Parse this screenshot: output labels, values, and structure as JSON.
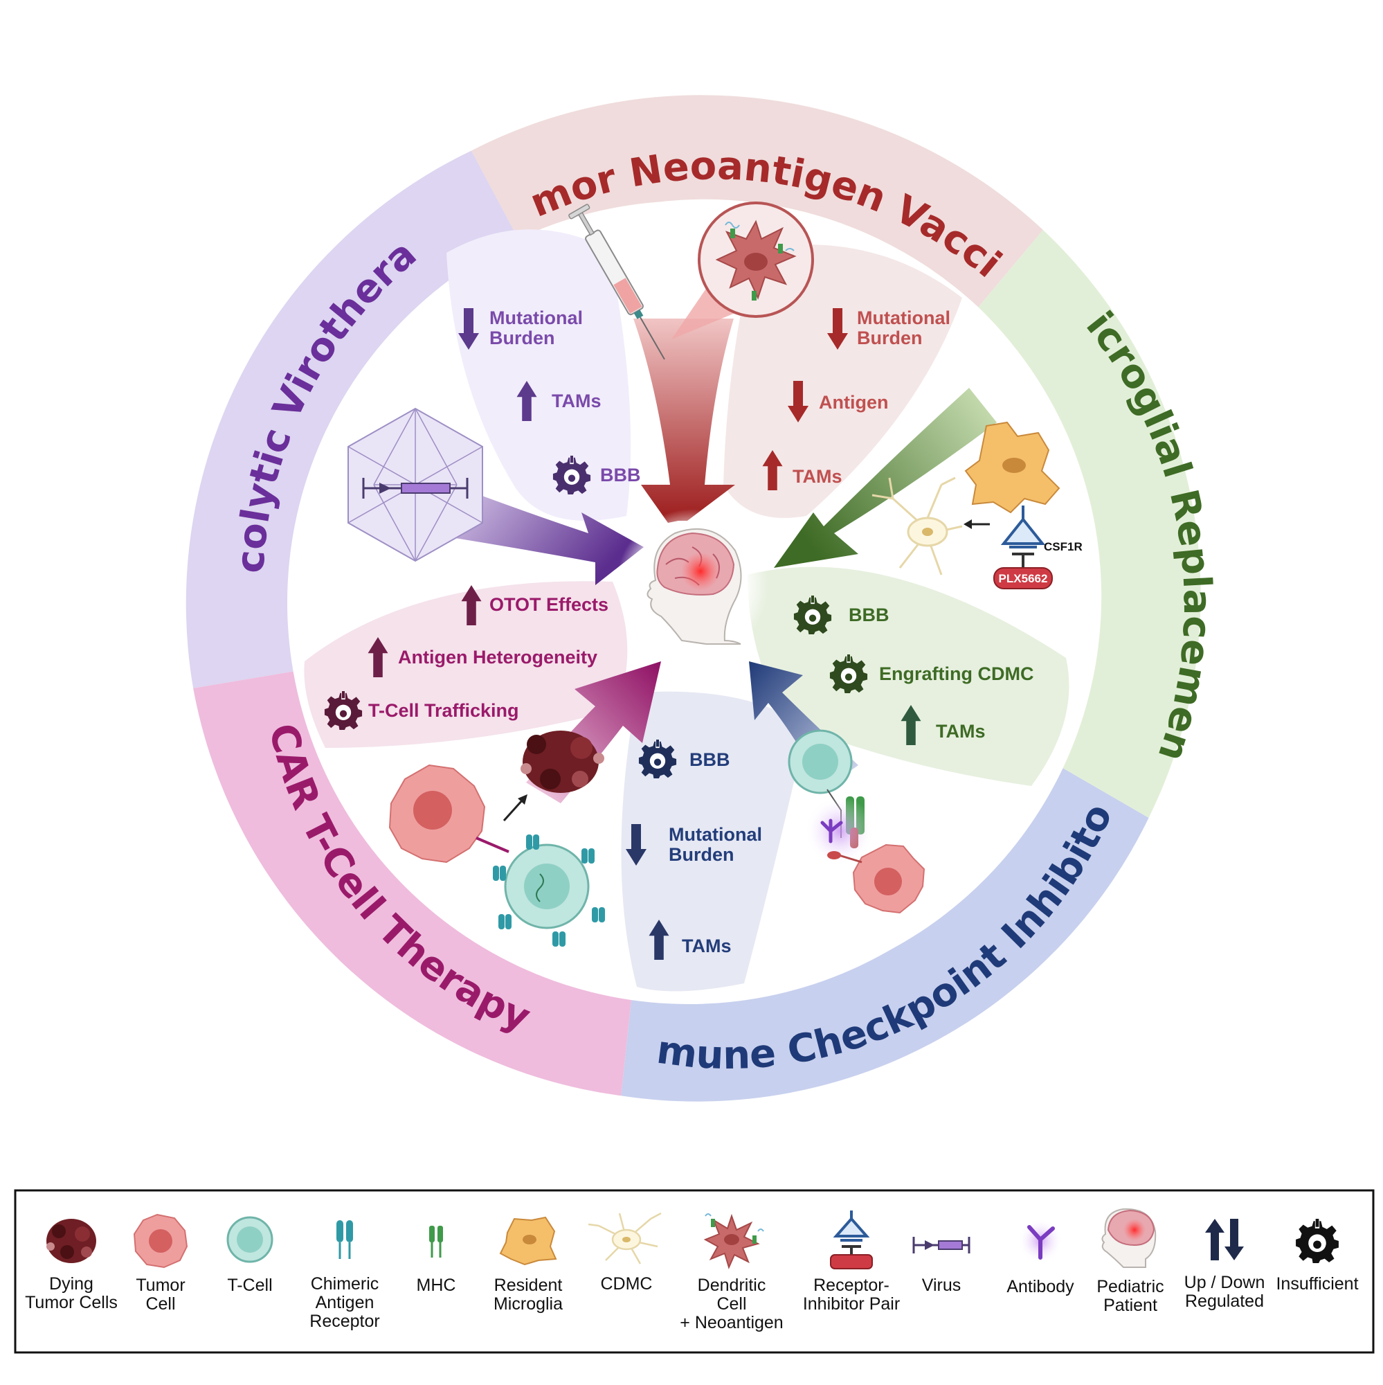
{
  "ring": {
    "tumor_neoantigen_vaccine": "Tumor Neoantigen Vaccine",
    "microglial_replacement": "Microglial Replacement",
    "immune_checkpoint_inhibitors": "Immune Checkpoint Inhibitors",
    "car_t_cell_therapy": "CAR T-Cell Therapy",
    "oncolytic_virotherapy": "Oncolytic Virotherapy"
  },
  "colors": {
    "vaccine": "#a62a2a",
    "microglia": "#3e6b25",
    "checkpoint": "#1f3a78",
    "car_t": "#9a1a6a",
    "virus": "#6a2f9a"
  },
  "sectors": {
    "oncolytic": {
      "mutational_burden": [
        "Mutational",
        "Burden"
      ],
      "tams": "TAMs",
      "bbb": "BBB"
    },
    "vaccine": {
      "mutational_burden": [
        "Mutational",
        "Burden"
      ],
      "antigen": "Antigen",
      "tams": "TAMs"
    },
    "microglia": {
      "bbb": "BBB",
      "engrafting": "Engrafting CDMC",
      "tams": "TAMs",
      "csf1r": "CSF1R",
      "plx": "PLX5662"
    },
    "checkpoint": {
      "bbb": "BBB",
      "mutational_burden": [
        "Mutational",
        "Burden"
      ],
      "tams": "TAMs"
    },
    "car_t": {
      "otot": "OTOT Effects",
      "heterogeneity": "Antigen Heterogeneity",
      "trafficking": "T-Cell Trafficking"
    }
  },
  "legend": [
    {
      "icon": "dying-tumor-cells-icon",
      "lines": [
        "Dying",
        "Tumor Cells"
      ]
    },
    {
      "icon": "tumor-cell-icon",
      "lines": [
        "Tumor",
        "Cell"
      ]
    },
    {
      "icon": "t-cell-icon",
      "lines": [
        "T-Cell"
      ]
    },
    {
      "icon": "chimeric-antigen-receptor-icon",
      "lines": [
        "Chimeric",
        "Antigen",
        "Receptor"
      ]
    },
    {
      "icon": "mhc-icon",
      "lines": [
        "MHC"
      ]
    },
    {
      "icon": "resident-microglia-icon",
      "lines": [
        "Resident",
        "Microglia"
      ]
    },
    {
      "icon": "cdmc-icon",
      "lines": [
        "CDMC"
      ]
    },
    {
      "icon": "dendritic-cell-icon",
      "lines": [
        "Dendritic",
        "Cell",
        "+ Neoantigen"
      ]
    },
    {
      "icon": "receptor-inhibitor-pair-icon",
      "lines": [
        "Receptor-",
        "Inhibitor Pair"
      ]
    },
    {
      "icon": "virus-icon",
      "lines": [
        "Virus"
      ]
    },
    {
      "icon": "antibody-icon",
      "lines": [
        "Antibody"
      ]
    },
    {
      "icon": "pediatric-patient-icon",
      "lines": [
        "Pediatric",
        "Patient"
      ]
    },
    {
      "icon": "up-down-arrows-icon",
      "lines": [
        "Up / Down",
        "Regulated"
      ]
    },
    {
      "icon": "insufficient-gear-icon",
      "lines": [
        "Insufficient"
      ]
    }
  ]
}
